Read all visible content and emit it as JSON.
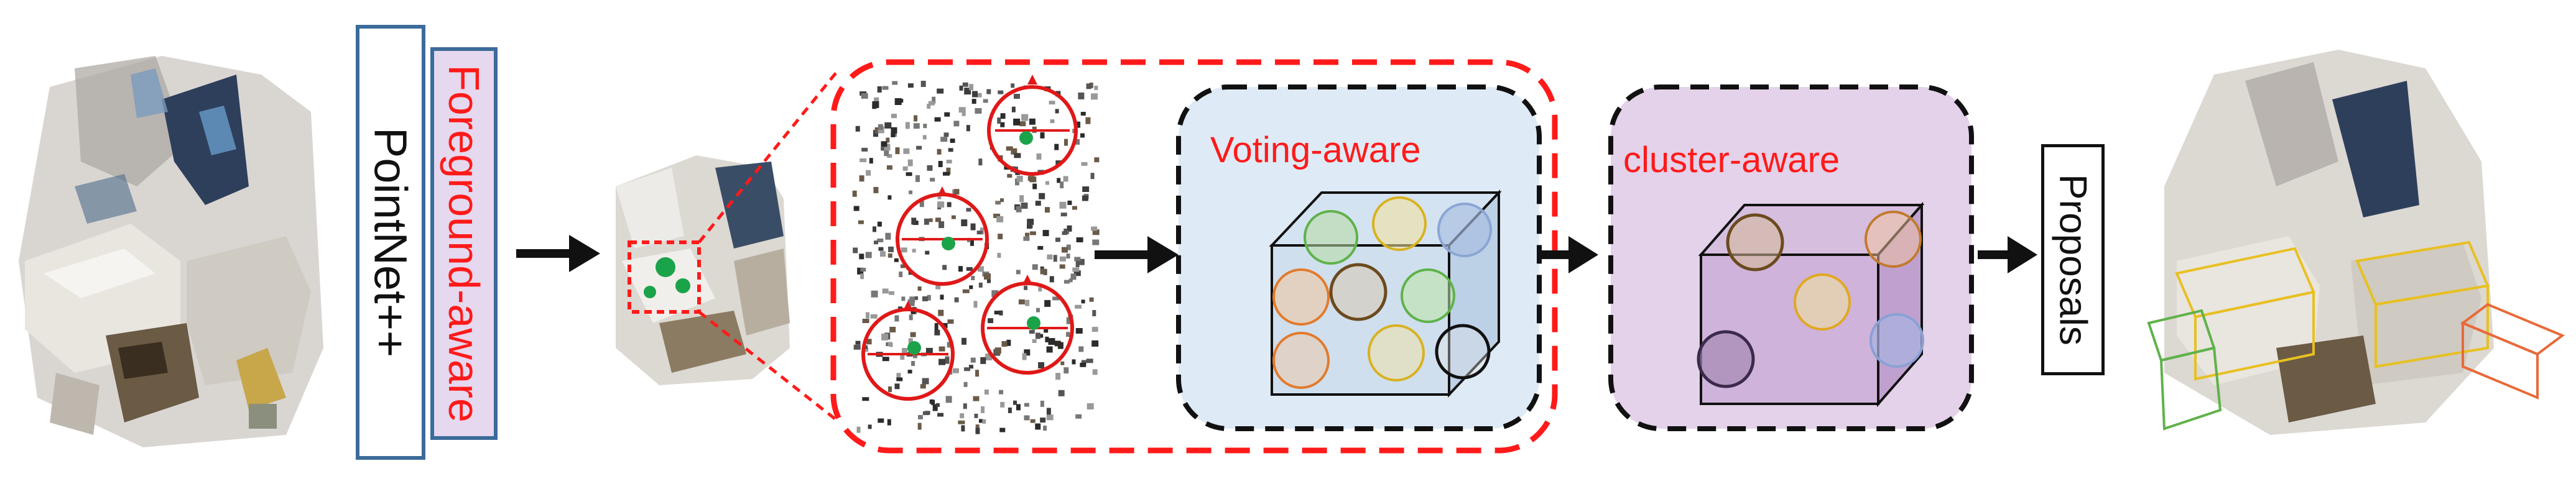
{
  "stages": {
    "backbone_label": "PointNet++",
    "foreground_label": "Foreground-aware",
    "voting_label": "Voting-aware",
    "cluster_label": "cluster-aware",
    "output_label": "Proposals"
  },
  "colors": {
    "red_accent": "#ff1a1a",
    "module_border_blue": "#3b6b9a",
    "voting_panel_fill": "#deeaf5",
    "cluster_panel_fill": "#e3d2e9",
    "foreground_fill": "#e6d8ee",
    "arrow": "#111111"
  },
  "icons": [
    "input-point-cloud",
    "arrow-right",
    "zoomed-vote-region",
    "vote-sphere",
    "cube",
    "detected-scene"
  ]
}
